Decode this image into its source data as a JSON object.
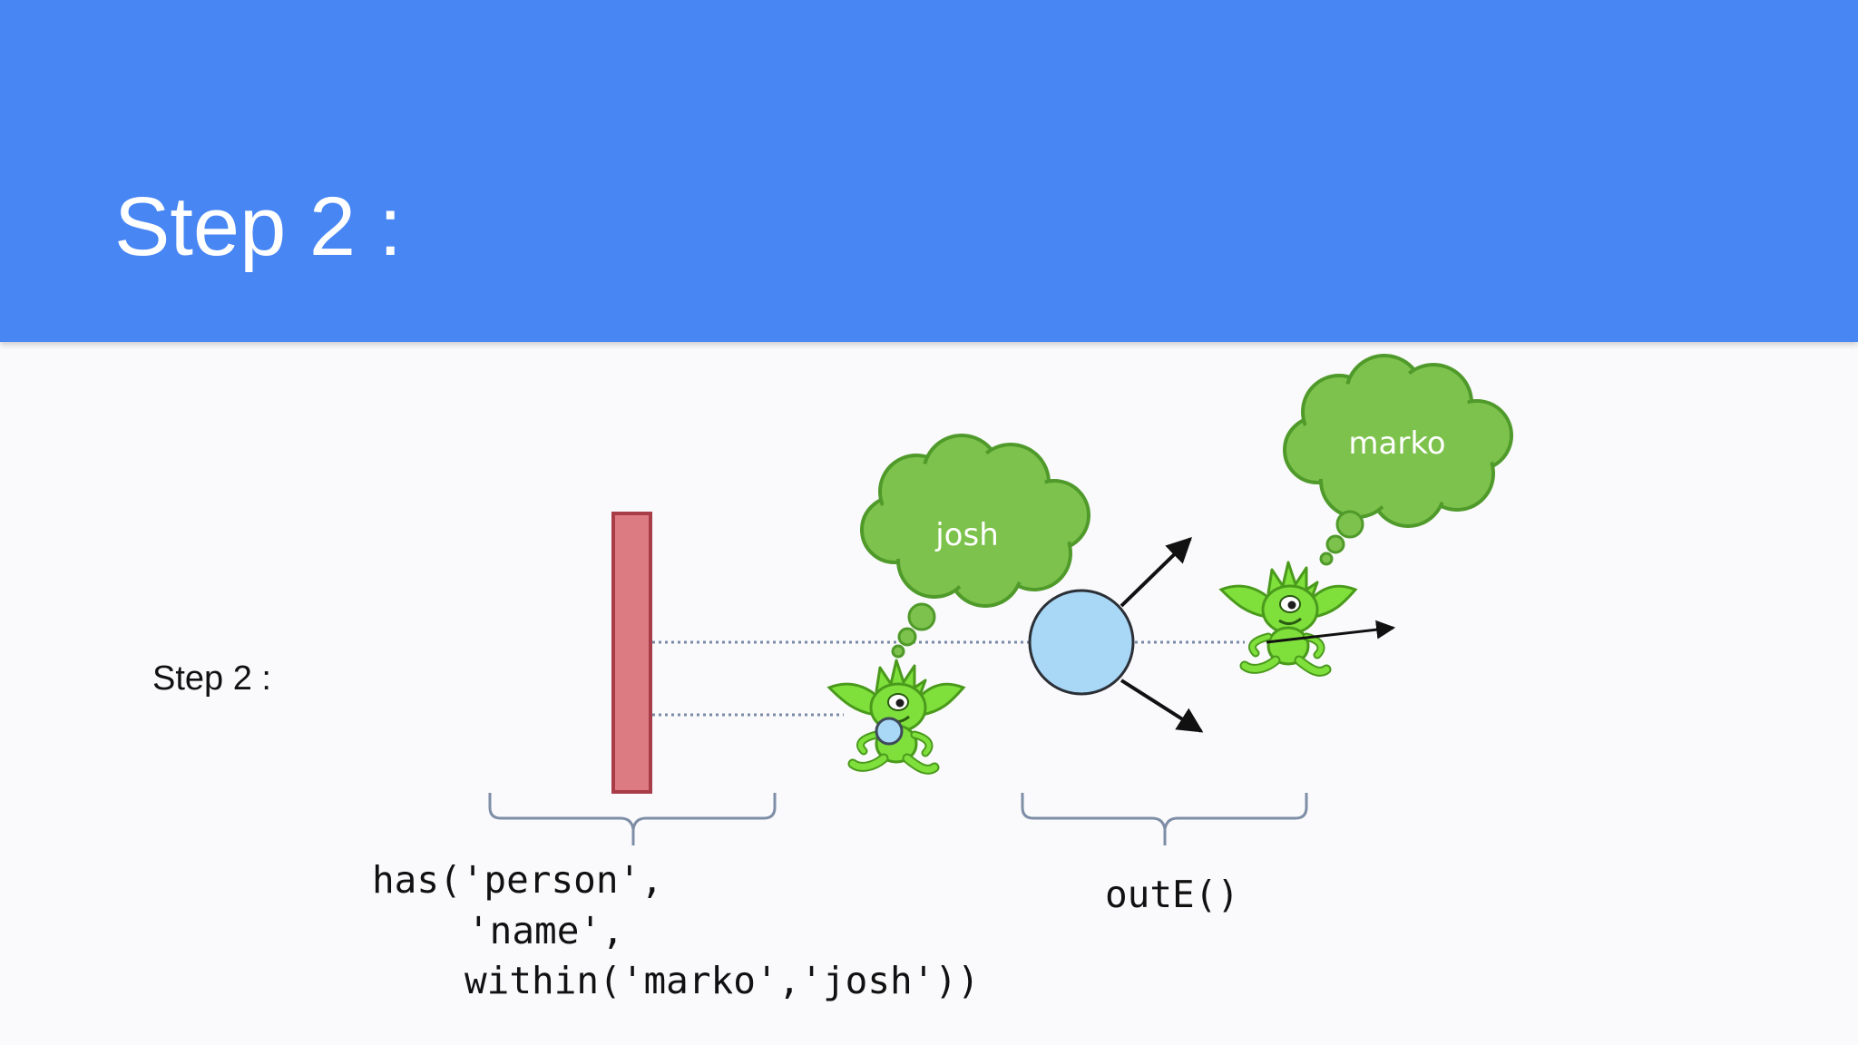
{
  "slide": {
    "title": "Step 2 :",
    "side_label": "Step 2 :"
  },
  "diagram": {
    "thought_bubbles": [
      "josh",
      "marko"
    ],
    "code_left": [
      "has('person',",
      "'name',",
      "within('marko','josh'))"
    ],
    "code_right": "outE()"
  },
  "colors": {
    "header": "#4886f4",
    "background": "#fafafc",
    "filter_bar": "#dd7b82",
    "vertex": "#a9d8f7",
    "gremlin": "#7fe03c",
    "thought_cloud": "#7dc24c",
    "brace": "#7e8ea6"
  },
  "icons": [
    "filter-bar",
    "gremlin-traverser-icon",
    "vertex-circle",
    "thought-cloud-icon",
    "curly-brace"
  ]
}
